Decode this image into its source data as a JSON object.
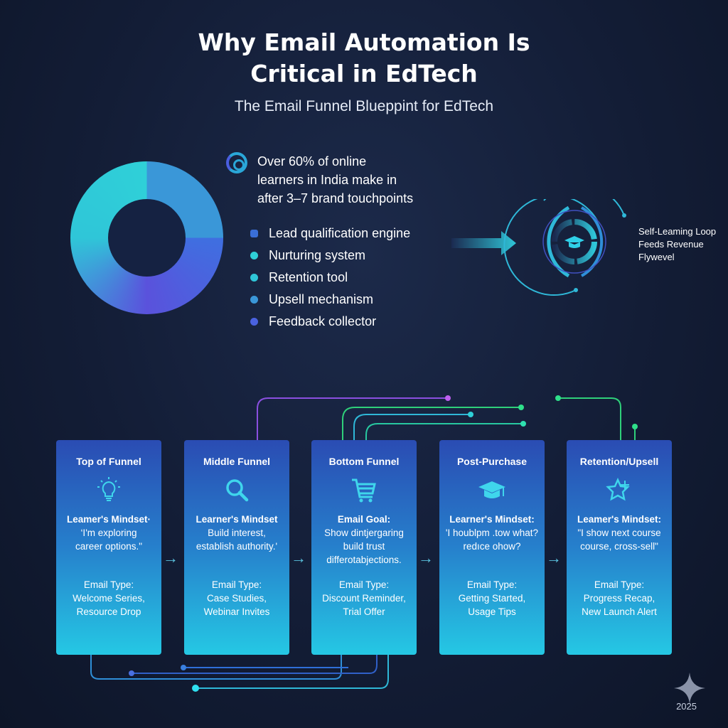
{
  "header": {
    "title_line1": "Why Email Automation Is",
    "title_line2": "Critical in EdTech",
    "subtitle": "The Email Funnel Blueppint for EdTech"
  },
  "stat": {
    "icon": "pie-progress-icon",
    "line1": "Over 60% of online",
    "line2": "learners in India make in",
    "line3": "after 3–7 brand touchpoints"
  },
  "bullets": [
    {
      "label": "Lead qualification engine",
      "icon": "gear-puzzle-icon",
      "color": "#3a6fd8"
    },
    {
      "label": "Nurturing system",
      "color": "#2fd0d8"
    },
    {
      "label": "Retention tool",
      "color": "#2fc6d8"
    },
    {
      "label": "Upsell mechanism",
      "color": "#3a97d8"
    },
    {
      "label": "Feedback collector",
      "color": "#4a62e0"
    }
  ],
  "loop": {
    "line1": "Self-Leaming Loop",
    "line2": "Feeds Revenue",
    "line3": "Flywevel"
  },
  "stages": [
    {
      "title": "Top of Funnel",
      "icon": "lightbulb-icon",
      "m1": "Leamer's Mindset·",
      "m2": "‘I'm exploring",
      "m3": "career options.\"",
      "e0": "Email Type:",
      "e1": "Welcome Series,",
      "e2": "Resource Drop"
    },
    {
      "title": "Middle Funnel",
      "icon": "magnifier-icon",
      "m1": "Learner's Mindset",
      "m2": "Build interest,",
      "m3": "establish authority.'",
      "e0": "Email Type:",
      "e1": "Case Studies,",
      "e2": "Webinar Invites"
    },
    {
      "title": "Bottom Funnel",
      "icon": "cart-icon",
      "m1": "Email Goal:",
      "m2": "Show dintjergaring",
      "m3": "build trust",
      "m4": "differotabjections.",
      "e0": "Email Type:",
      "e1": "Discount Reminder,",
      "e2": "Trial Offer"
    },
    {
      "title": "Post-Purchase",
      "icon": "graduation-cap-icon",
      "m1": "Learner's Mindset:",
      "m2": "'I houblpm .tow what?",
      "m3": "redıce ohow?",
      "e0": "Email Type:",
      "e1": "Getting Started,",
      "e2": "Usage Tips"
    },
    {
      "title": "Retention/Upsell",
      "icon": "star-plus-icon",
      "m1": "Leamer's Mindset:",
      "m2": "\"I show next course",
      "m3": "course, cross-sell\"",
      "e0": "Email Type:",
      "e1": "Progress Recap,",
      "e2": "New Launch Alert"
    }
  ],
  "footer": {
    "year": "2025"
  }
}
